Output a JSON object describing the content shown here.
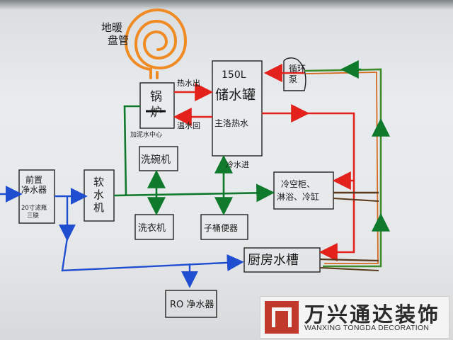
{
  "diagram": {
    "floor_heating": "地暖\n盘管",
    "boiler": "锅\n炉",
    "boiler_note": "加泥水中心",
    "hot_out": "热水出",
    "warm_return": "温水回",
    "tank_title": "150L",
    "tank_name": "储水罐",
    "tank_sub": "主洛热水",
    "circ_pump": "循环\n泵",
    "cold_in": "冷水进",
    "dishwasher": "洗碗机",
    "pre_filter": "前置\n净水器",
    "pre_filter_note": "20寸滤瓶\n三联",
    "softener": "软\n水\n机",
    "fixtures": "冷空柜、\n淋浴、冷缸",
    "washer": "洗衣机",
    "toilet": "子桶便器",
    "kitchen_sink": "厨房水槽",
    "ro_purifier": "RO 净水器"
  },
  "watermark": {
    "brand_cn": "万兴通达装饰",
    "brand_en": "WANXING TONGDA DECORATION"
  },
  "colors": {
    "hot": "#e2221b",
    "cold": "#1f4fd0",
    "soft": "#0f7a2c",
    "circ": "#3f8b2c",
    "coil": "#f08a22",
    "brand": "#c0392b"
  }
}
